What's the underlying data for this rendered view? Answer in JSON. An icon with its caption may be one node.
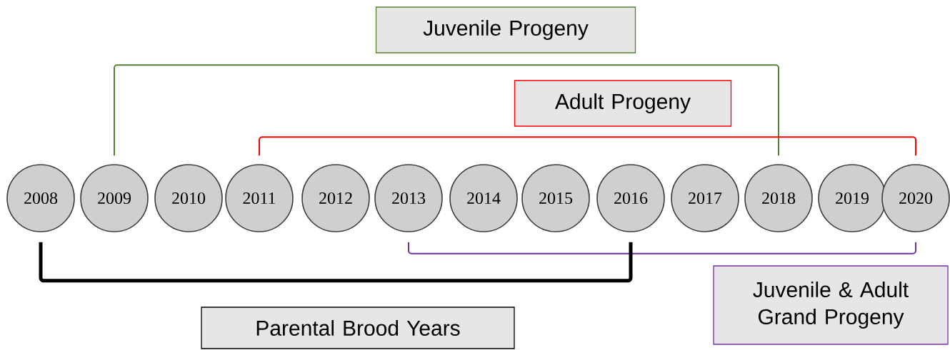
{
  "diagram": {
    "nodes": [
      {
        "text": [
          "Juvenile Progeny"
        ]
      },
      {
        "text": [
          "Adult Progeny"
        ]
      },
      {
        "text": [
          "2008"
        ]
      },
      {
        "text": [
          "2009"
        ]
      },
      {
        "text": [
          "2010"
        ]
      },
      {
        "text": [
          "2011"
        ]
      },
      {
        "text": [
          "2012"
        ]
      },
      {
        "text": [
          "2013"
        ]
      },
      {
        "text": [
          "2014"
        ]
      },
      {
        "text": [
          "2015"
        ]
      },
      {
        "text": [
          "2016"
        ]
      },
      {
        "text": [
          "2017"
        ]
      },
      {
        "text": [
          "2018"
        ]
      },
      {
        "text": [
          "2019"
        ]
      },
      {
        "text": [
          "2020"
        ]
      },
      {
        "text": [
          "Parental Brood Years"
        ]
      },
      {
        "text": [
          "Juvenile & Adult Grand Progeny"
        ]
      }
    ],
    "edges": [
      {
        "from": 3,
        "to": 12,
        "arrow": "none",
        "color": "#548235"
      },
      {
        "from": 5,
        "to": 14,
        "arrow": "none",
        "color": "#ff0000"
      },
      {
        "from": 7,
        "to": 14,
        "arrow": "none",
        "color": "#7030a0"
      },
      {
        "from": 2,
        "to": 10,
        "arrow": "none",
        "style": "thick",
        "color": "#000000"
      }
    ]
  }
}
